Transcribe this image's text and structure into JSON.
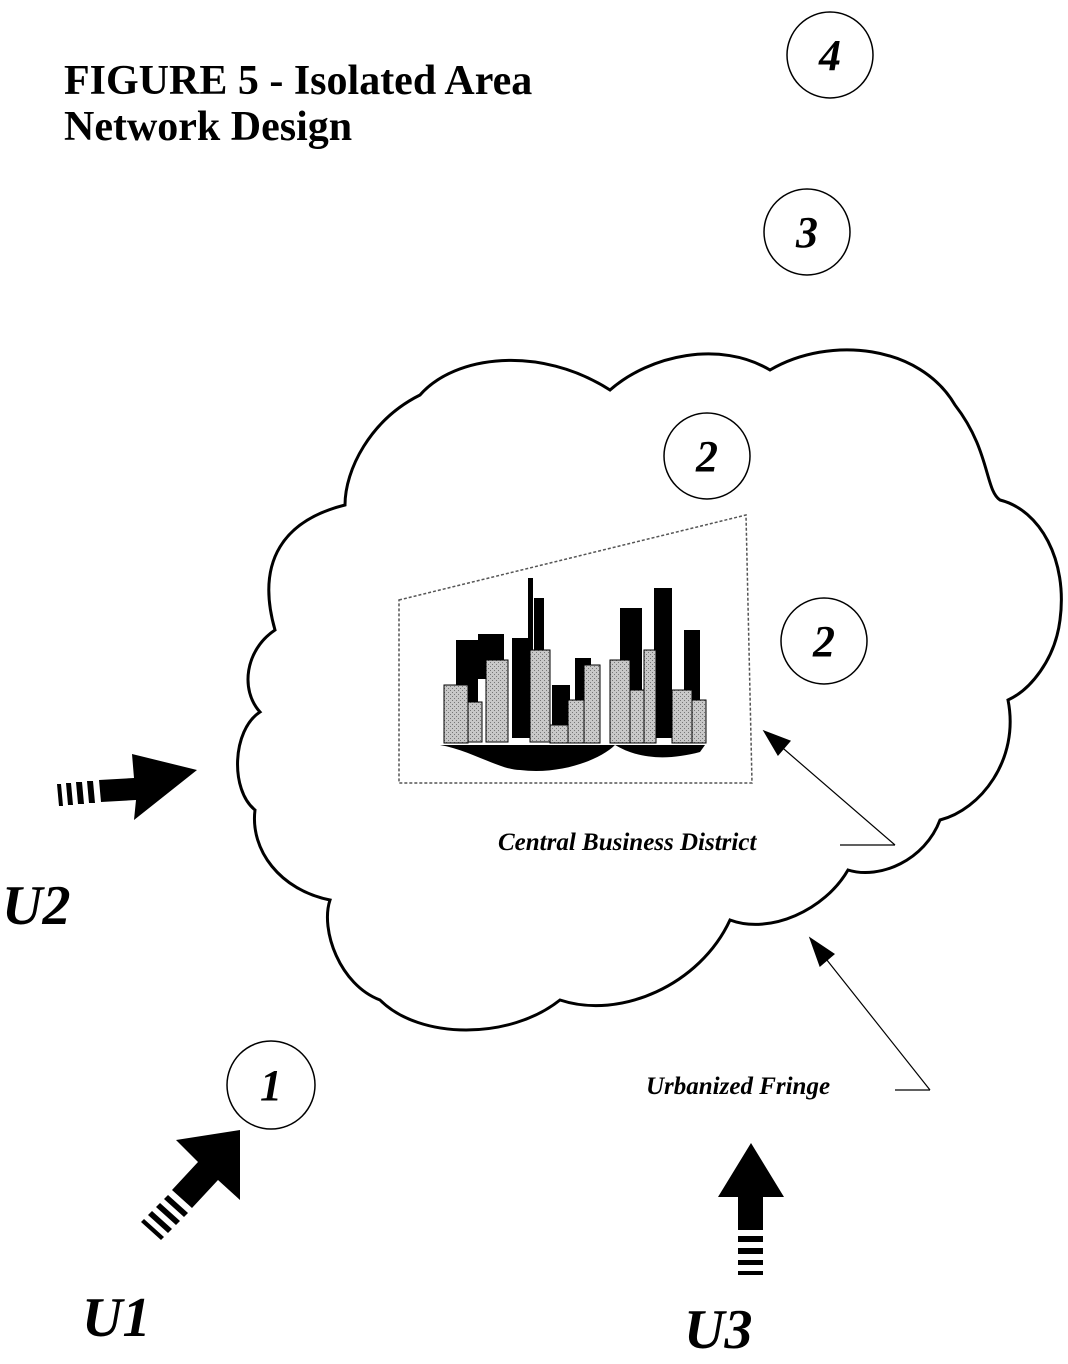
{
  "title": {
    "line1": "FIGURE 5 - Isolated Area",
    "line2": "Network Design"
  },
  "zones": [
    {
      "label": "4"
    },
    {
      "label": "3"
    },
    {
      "label": "2"
    },
    {
      "label": "2"
    },
    {
      "label": "1"
    }
  ],
  "users": [
    {
      "label": "U1"
    },
    {
      "label": "U2"
    },
    {
      "label": "U3"
    }
  ],
  "callouts": {
    "cbd": "Central Business District",
    "fringe": "Urbanized Fringe"
  }
}
